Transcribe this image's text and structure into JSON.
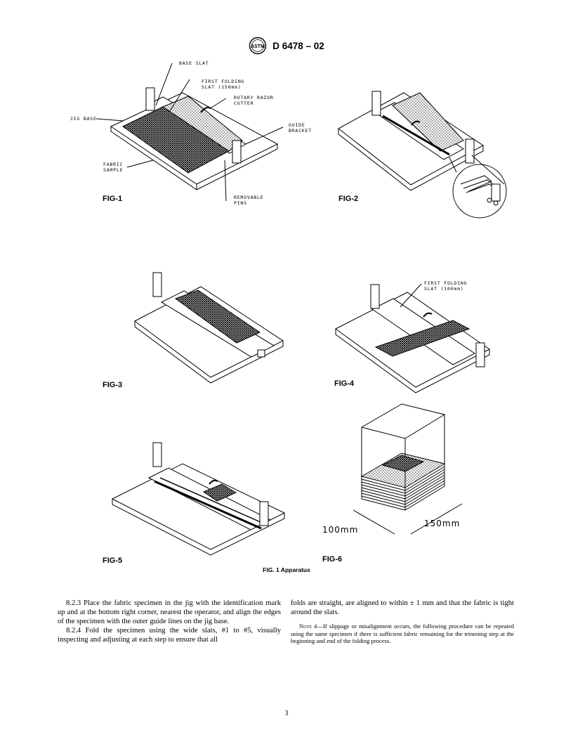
{
  "header": {
    "logo": "ASTM",
    "designation": "D 6478 – 02"
  },
  "figures": {
    "fig1": {
      "label": "FIG-1",
      "callouts": {
        "base_slat": "BASE SLAT",
        "first_folding_slat_1": "FIRST FOLDING",
        "first_folding_slat_2": "SLAT (150mm)",
        "rotary_1": "ROTARY RAZOR",
        "rotary_2": "CUTTER",
        "jig_base": "JIG BASE",
        "guide_1": "GUIDE",
        "guide_2": "BRACKET",
        "fabric_1": "FABRIC",
        "fabric_2": "SAMPLE",
        "pins_1": "REMOVABLE",
        "pins_2": "PINS"
      }
    },
    "fig2": {
      "label": "FIG-2"
    },
    "fig3": {
      "label": "FIG-3"
    },
    "fig4": {
      "label": "FIG-4",
      "callouts": {
        "slat_1": "FIRST FOLDING",
        "slat_2": "SLAT (100mm)"
      }
    },
    "fig5": {
      "label": "FIG-5"
    },
    "fig6": {
      "label": "FIG-6",
      "dims": {
        "width": "100mm",
        "length": "150mm"
      }
    },
    "caption": "FIG. 1 Apparatus"
  },
  "body": {
    "p823": "8.2.3 Place the fabric specimen in the jig with the identification mark up and at the bottom right corner, nearest the operator, and align the edges of the specimen with the outer guide lines on the jig base.",
    "p824": "8.2.4 Fold the specimen using the wide slats, #1 to #5, visually inspecting and adjusting at each step to ensure that all",
    "p824_cont": "folds are straight, are aligned to within ± 1 mm and that the fabric is tight around the slats.",
    "note_label": "Note 4",
    "note_text": "—If slippage or misalignment occurs, the following procedure can be repeated using the same specimen if there is sufficient fabric remaining for the trimming step at the beginning and end of the folding process."
  },
  "page_number": "3"
}
